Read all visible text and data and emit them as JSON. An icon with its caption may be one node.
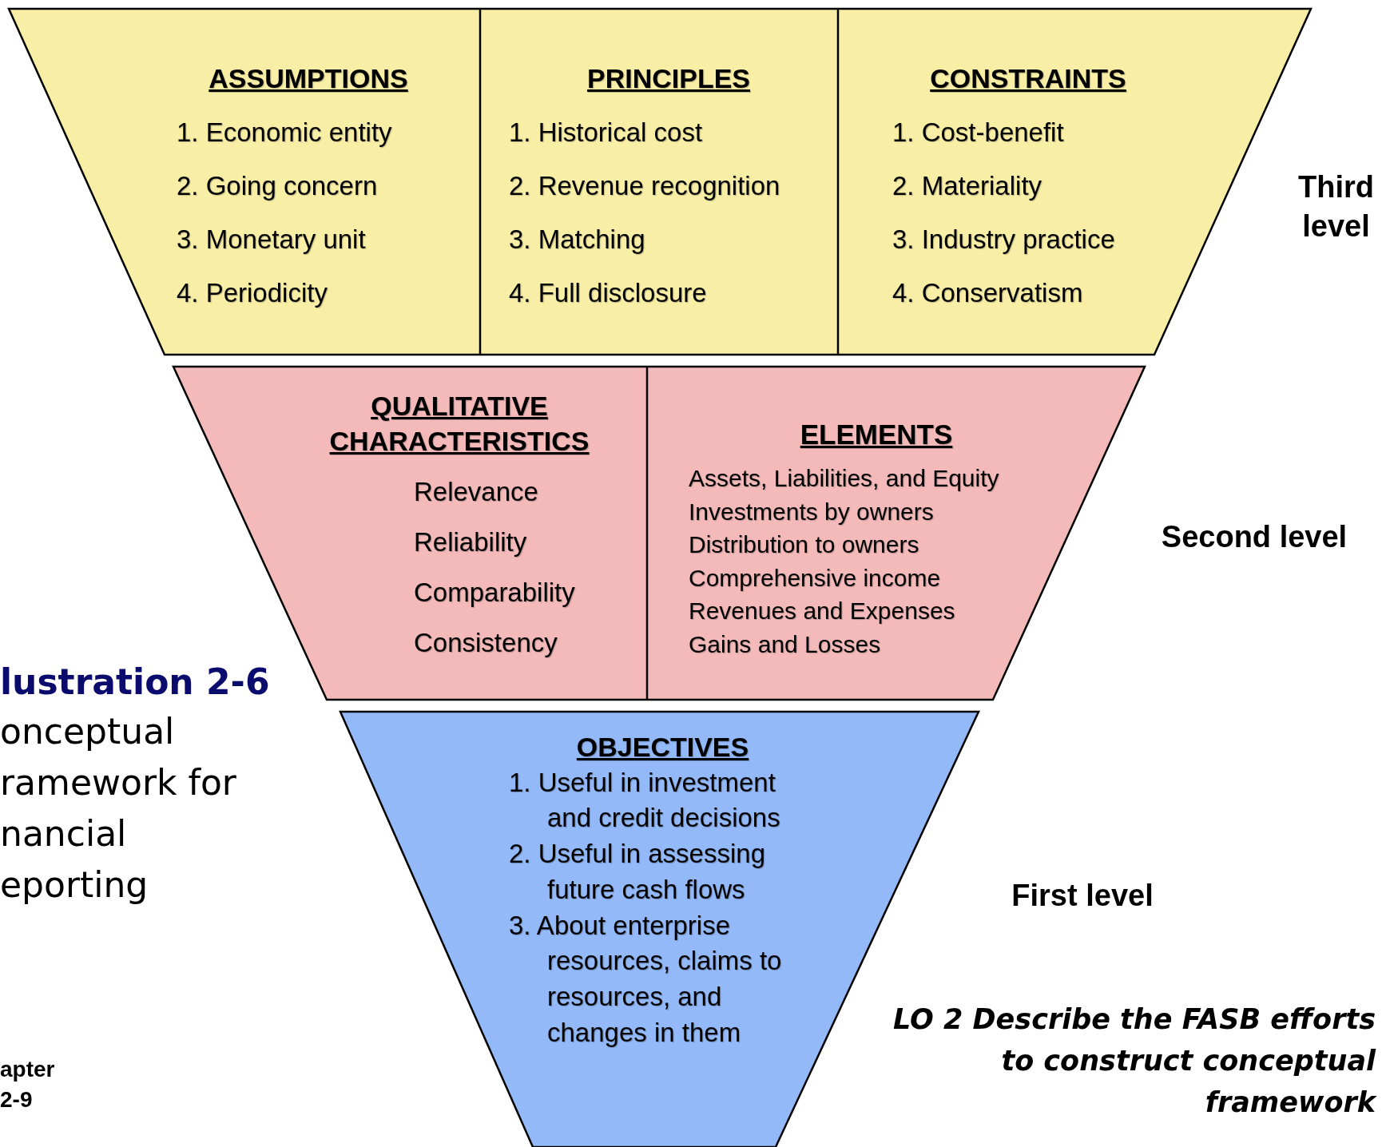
{
  "diagram": {
    "nodes": [
      {
        "text": [],
        "shape": "trapezoid",
        "beside": [
          "Third level"
        ]
      },
      {
        "text": [
          "ASSUMPTIONS",
          "1. Economic entity",
          "2. Going concern",
          "3. Monetary unit",
          "4. Periodicity"
        ],
        "in": 0
      },
      {
        "text": [
          "PRINCIPLES",
          "1. Historical cost",
          "2. Revenue recognition",
          "3. Matching",
          "4. Full disclosure"
        ],
        "in": 0
      },
      {
        "text": [
          "CONSTRAINTS",
          "1. Cost-benefit",
          "2. Materiality",
          "3. Industry practice",
          "4. Conservatism"
        ],
        "in": 0
      },
      {
        "text": [],
        "shape": "trapezoid",
        "beside": [
          "Second level"
        ]
      },
      {
        "text": [
          "QUALITATIVE CHARACTERISTICS",
          "Relevance",
          "Reliability",
          "Comparability",
          "Consistency"
        ],
        "in": 4
      },
      {
        "text": [
          "ELEMENTS",
          "Assets, Liabilities, and Equity",
          "Investments by owners",
          "Distribution to owners",
          "Comprehensive income",
          "Revenues and Expenses",
          "Gains and Losses"
        ],
        "in": 4
      },
      {
        "text": [
          "OBJECTIVES",
          "1. Useful in investment and credit decisions",
          "2. Useful in assessing future cash flows",
          "3. About enterprise resources, claims to resources, and changes in them"
        ],
        "beside": [
          "First level"
        ]
      }
    ],
    "labels": [
      "lustration 2-6",
      "onceptual ramework for nancial eporting",
      "apter 2-9",
      "LO 2 Describe the FASB efforts to construct conceptual framework"
    ]
  }
}
